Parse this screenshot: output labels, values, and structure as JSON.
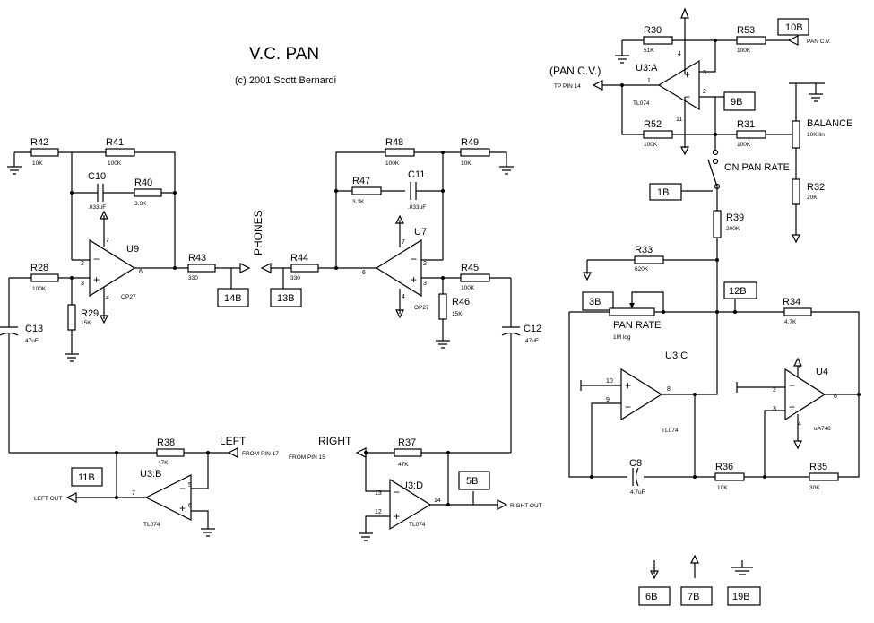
{
  "title": "V.C. PAN",
  "copyright": "(c) 2001 Scott Bernardi",
  "labels": {
    "phones": "PHONES",
    "left": "LEFT",
    "right": "RIGHT",
    "from_pin17": "FROM PIN 17",
    "from_pin15": "FROM PIN 15",
    "left_out": "LEFT OUT",
    "right_out": "RIGHT OUT",
    "pan_cv": "PAN C.V.",
    "pan_cv_paren": "(PAN  C.V.)",
    "tp_pin14": "TP PIN 14",
    "balance": "BALANCE",
    "on_pan_rate": "ON PAN RATE",
    "pan_rate": "PAN RATE",
    "pan_rate_val": "1M log",
    "balance_val": "10K lin"
  },
  "boxes": {
    "b10": "10B",
    "b9": "9B",
    "b1": "1B",
    "b3": "3B",
    "b12": "12B",
    "b14": "14B",
    "b13": "13B",
    "b11": "11B",
    "b5": "5B",
    "b6": "6B",
    "b7": "7B",
    "b19": "19B"
  },
  "ics": {
    "u9": "U9",
    "u7": "U7",
    "u3a": "U3:A",
    "u3b": "U3:B",
    "u3c": "U3:C",
    "u3d": "U3:D",
    "u4": "U4",
    "op27": "OP27",
    "tl074": "TL074",
    "ua748": "uA748"
  },
  "components": {
    "r42": {
      "ref": "R42",
      "val": "10K"
    },
    "r41": {
      "ref": "R41",
      "val": "100K"
    },
    "c10": {
      "ref": "C10",
      "val": ".033uF"
    },
    "r40": {
      "ref": "R40",
      "val": "3.3K"
    },
    "r28": {
      "ref": "R28",
      "val": "100K"
    },
    "r29": {
      "ref": "R29",
      "val": "15K"
    },
    "c13": {
      "ref": "C13",
      "val": "47uF"
    },
    "r43": {
      "ref": "R43",
      "val": "330"
    },
    "r44": {
      "ref": "R44",
      "val": "330"
    },
    "r48": {
      "ref": "R48",
      "val": "100K"
    },
    "r49": {
      "ref": "R49",
      "val": "10K"
    },
    "r47": {
      "ref": "R47",
      "val": "3.3K"
    },
    "c11": {
      "ref": "C11",
      "val": ".033uF"
    },
    "r45": {
      "ref": "R45",
      "val": "100K"
    },
    "r46": {
      "ref": "R46",
      "val": "15K"
    },
    "c12": {
      "ref": "C12",
      "val": "47uF"
    },
    "r38": {
      "ref": "R38",
      "val": "47K"
    },
    "r37": {
      "ref": "R37",
      "val": "47K"
    },
    "r30": {
      "ref": "R30",
      "val": "51K"
    },
    "r53": {
      "ref": "R53",
      "val": "100K"
    },
    "r52": {
      "ref": "R52",
      "val": "100K"
    },
    "r31": {
      "ref": "R31",
      "val": "100K"
    },
    "r32": {
      "ref": "R32",
      "val": "20K"
    },
    "r39": {
      "ref": "R39",
      "val": "200K"
    },
    "r33": {
      "ref": "R33",
      "val": "620K"
    },
    "r34": {
      "ref": "R34",
      "val": "4.7K"
    },
    "c8": {
      "ref": "C8",
      "val": "4.7uF"
    },
    "r36": {
      "ref": "R36",
      "val": "10K"
    },
    "r35": {
      "ref": "R35",
      "val": "30K"
    }
  },
  "pins": {
    "p1": "1",
    "p2": "2",
    "p3": "3",
    "p4": "4",
    "p5": "5",
    "p6": "6",
    "p7": "7",
    "p8": "8",
    "p9": "9",
    "p10": "10",
    "p11": "11",
    "p12": "12",
    "p13": "13",
    "p14": "14"
  }
}
